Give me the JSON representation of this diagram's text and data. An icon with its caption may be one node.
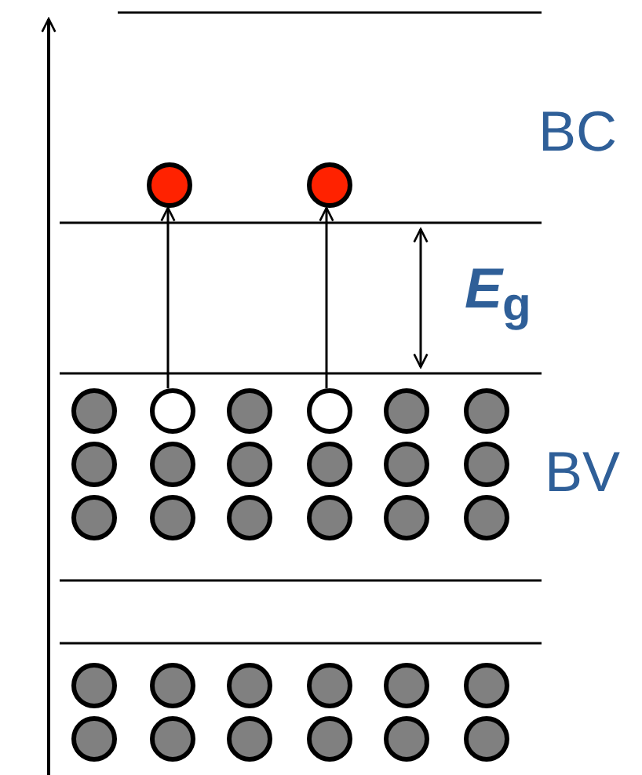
{
  "diagram": {
    "nodes": [
      {
        "text": [],
        "shape": "circle"
      },
      {
        "text": [],
        "shape": "circle"
      },
      {
        "text": [],
        "shape": "circle"
      },
      {
        "text": [],
        "shape": "circle"
      }
    ],
    "edges": [
      {
        "from": 2,
        "to": 0,
        "arrow": "to"
      },
      {
        "from": 3,
        "to": 1,
        "arrow": "to"
      }
    ],
    "labels": [
      "BC",
      "*E*$_{g}$",
      "BV"
    ]
  }
}
